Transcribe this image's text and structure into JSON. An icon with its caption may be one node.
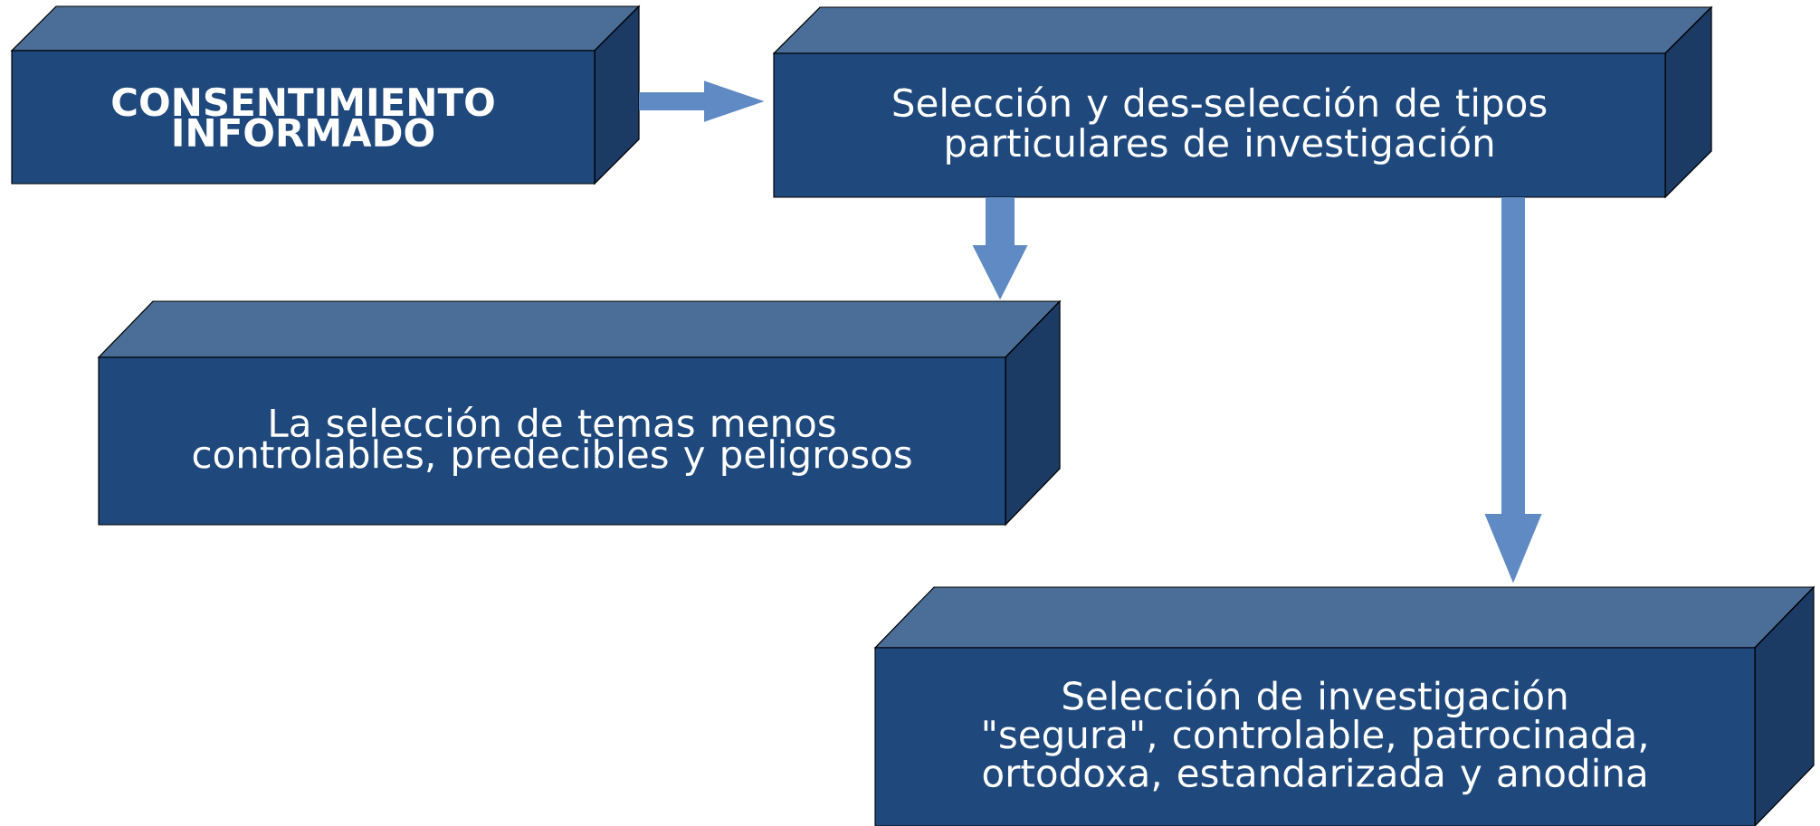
{
  "diagram": {
    "nodes": [
      {
        "text": [
          "CONSENTIMIENTO INFORMADO"
        ]
      },
      {
        "text": [
          "Selección y des-selección de tipos particulares de investigación"
        ]
      },
      {
        "text": [
          "La selección de temas menos controlables, predecibles y peligrosos"
        ]
      },
      {
        "text": [
          "Selección de investigación \"segura\", controlable, patrocinada, ortodoxa, estandarizada y anodina"
        ]
      }
    ],
    "edges": [
      {
        "from": 0,
        "to": 1,
        "arrow": "to"
      },
      {
        "from": 1,
        "to": 2,
        "arrow": "to"
      },
      {
        "from": 1,
        "to": 3,
        "arrow": "to"
      }
    ]
  }
}
